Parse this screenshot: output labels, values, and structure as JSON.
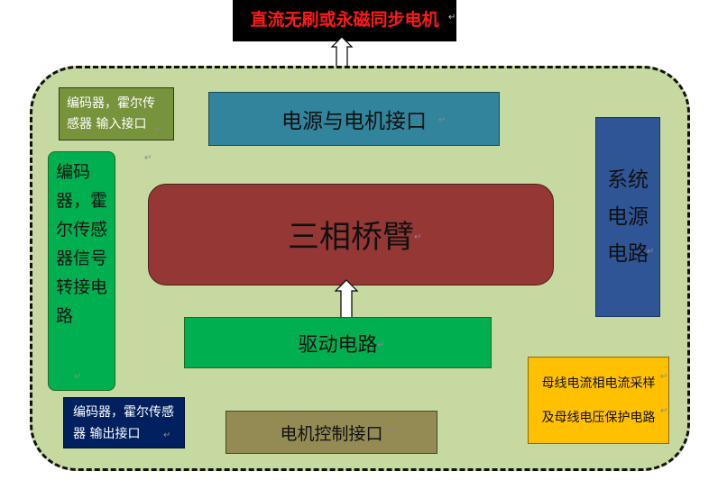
{
  "title": "直流无刷或永磁同步电机",
  "blocks": {
    "encoder_input": "编码器，霍尔传感器 输入接口",
    "power_motor_interface": "电源与电机接口",
    "system_power": "系统电源电路",
    "encoder_conversion": "编码器，霍尔传感器信号转接电路",
    "three_phase_bridge": "三相桥臂",
    "drive_circuit": "驱动电路",
    "sampling_line1": "母线电流相电流采样",
    "sampling_line2": "及母线电压保护电路",
    "encoder_output": "编码器，霍尔传感 器 输出接口",
    "motor_control_interface": "电机控制接口"
  },
  "colors": {
    "board": "#c6d9a0",
    "title_bg": "#000000",
    "title_text": "#ff1a1a",
    "encoder_input": "#77933c",
    "power_motor_interface": "#31849b",
    "system_power": "#2f5597",
    "encoder_conversion": "#00b050",
    "three_phase_bridge": "#953735",
    "drive_circuit": "#00b050",
    "sampling": "#ffc000",
    "encoder_output": "#002060",
    "motor_control_interface": "#948a54"
  },
  "icons": {
    "return_mark": "↵"
  }
}
